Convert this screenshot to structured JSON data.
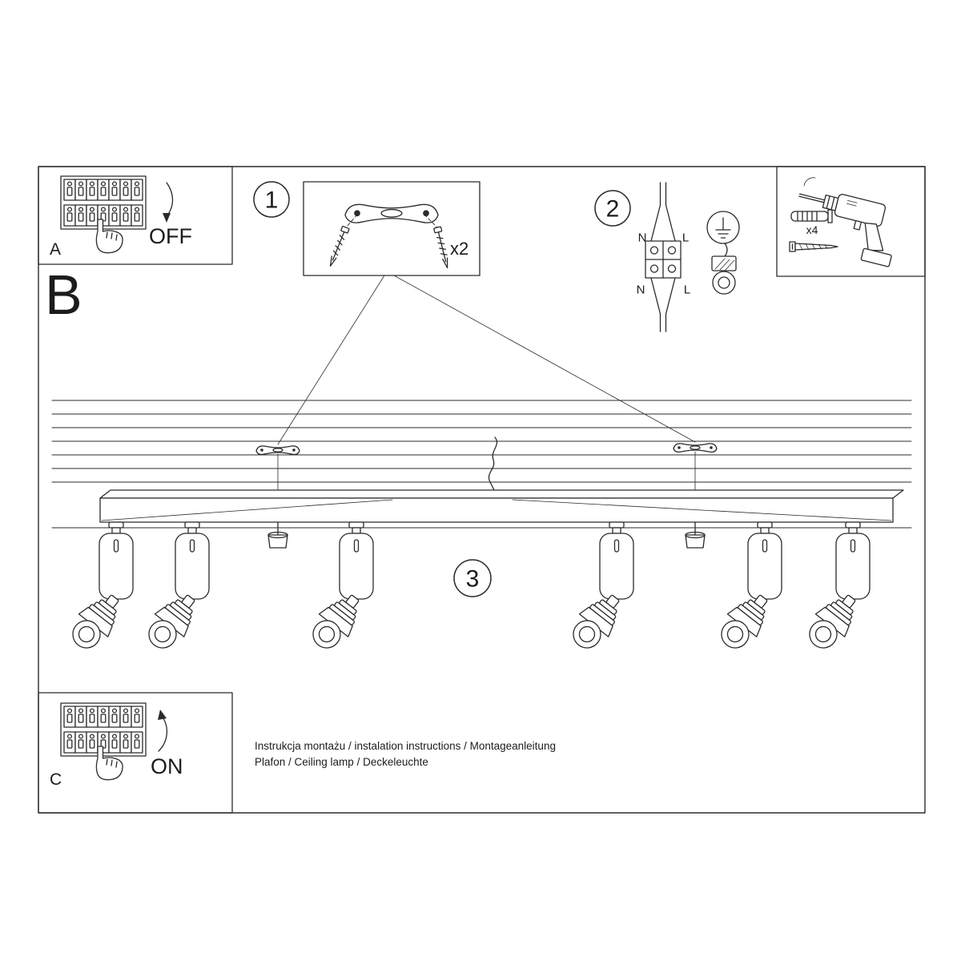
{
  "document": {
    "kind": "ceiling-lamp-installation-instructions"
  },
  "panel_a": {
    "label": "A",
    "switch_state": "OFF"
  },
  "section_b": {
    "label": "B"
  },
  "panel_c": {
    "label": "C",
    "switch_state": "ON"
  },
  "steps": {
    "step1": {
      "number": "1",
      "quantity": "x2"
    },
    "step2": {
      "number": "2",
      "labels": {
        "n_top": "N",
        "l_top": "L",
        "n_bottom": "N",
        "l_bottom": "L"
      }
    },
    "step3": {
      "number": "3"
    }
  },
  "tools": {
    "dowel_quantity": "x4"
  },
  "footer": {
    "line1": "Instrukcja montażu / instalation instructions / Montageanleitung",
    "line2": "Plafon / Ceiling lamp / Deckeleuchte"
  },
  "colors": {
    "line": "#2b2b2b",
    "background": "#ffffff"
  }
}
